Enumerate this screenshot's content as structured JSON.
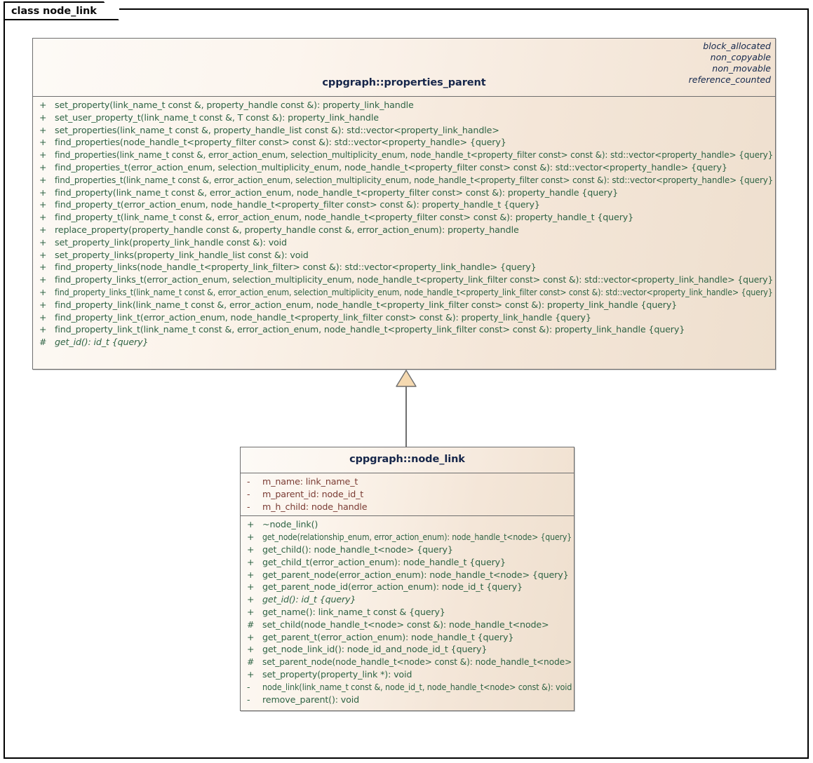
{
  "frame": {
    "tab_label": "class node_link"
  },
  "colors": {
    "box_fill_light": "#fdfaf6",
    "box_fill_dark": "#eedfce",
    "box_border": "#6e6e6e",
    "frame_border": "#000000",
    "title_text": "#16264a",
    "operation_text": "#2e6344",
    "attribute_text": "#7a3b33",
    "stereotype_text": "#14284d",
    "arrow_fill": "#f5d9b0"
  },
  "parent_class": {
    "name": "cppgraph::properties_parent",
    "stereotypes": [
      "block_allocated",
      "non_copyable",
      "non_movable",
      "reference_counted"
    ],
    "attributes": [],
    "operations": [
      {
        "visibility": "+",
        "signature": "set_property(link_name_t const &, property_handle const &): property_link_handle",
        "abstract": false
      },
      {
        "visibility": "+",
        "signature": "set_user_property_t(link_name_t const &, T const &): property_link_handle",
        "abstract": false
      },
      {
        "visibility": "+",
        "signature": "set_properties(link_name_t const &, property_handle_list const &): std::vector<property_link_handle>",
        "abstract": false
      },
      {
        "visibility": "+",
        "signature": "find_properties(node_handle_t<property_filter const> const &): std::vector<property_handle> {query}",
        "abstract": false
      },
      {
        "visibility": "+",
        "signature": "find_properties(link_name_t const &, error_action_enum, selection_multiplicity_enum, node_handle_t<property_filter const> const &): std::vector<property_handle> {query}",
        "abstract": false
      },
      {
        "visibility": "+",
        "signature": "find_properties_t(error_action_enum, selection_multiplicity_enum, node_handle_t<property_filter const> const &): std::vector<property_handle> {query}",
        "abstract": false
      },
      {
        "visibility": "+",
        "signature": "find_properties_t(link_name_t const &, error_action_enum, selection_multiplicity_enum, node_handle_t<property_filter const> const &): std::vector<property_handle> {query}",
        "abstract": false
      },
      {
        "visibility": "+",
        "signature": "find_property(link_name_t const &, error_action_enum, node_handle_t<property_filter const> const &): property_handle {query}",
        "abstract": false
      },
      {
        "visibility": "+",
        "signature": "find_property_t(error_action_enum, node_handle_t<property_filter const> const &): property_handle_t {query}",
        "abstract": false
      },
      {
        "visibility": "+",
        "signature": "find_property_t(link_name_t const &, error_action_enum, node_handle_t<property_filter const> const &): property_handle_t {query}",
        "abstract": false
      },
      {
        "visibility": "+",
        "signature": "replace_property(property_handle const &, property_handle const &, error_action_enum): property_handle",
        "abstract": false
      },
      {
        "visibility": "+",
        "signature": "set_property_link(property_link_handle const &): void",
        "abstract": false
      },
      {
        "visibility": "+",
        "signature": "set_property_links(property_link_handle_list const &): void",
        "abstract": false
      },
      {
        "visibility": "+",
        "signature": "find_property_links(node_handle_t<property_link_filter> const &): std::vector<property_link_handle> {query}",
        "abstract": false
      },
      {
        "visibility": "+",
        "signature": "find_property_links_t(error_action_enum, selection_multiplicity_enum, node_handle_t<property_link_filter const> const &): std::vector<property_link_handle> {query}",
        "abstract": false
      },
      {
        "visibility": "+",
        "signature": "find_property_links_t(link_name_t const &, error_action_enum, selection_multiplicity_enum, node_handle_t<property_link_filter const> const &): std::vector<property_link_handle> {query}",
        "abstract": false
      },
      {
        "visibility": "+",
        "signature": "find_property_link(link_name_t const &, error_action_enum, node_handle_t<property_link_filter const> const &): property_link_handle {query}",
        "abstract": false
      },
      {
        "visibility": "+",
        "signature": "find_property_link_t(error_action_enum, node_handle_t<property_link_filter const> const &): property_link_handle {query}",
        "abstract": false
      },
      {
        "visibility": "+",
        "signature": "find_property_link_t(link_name_t const &, error_action_enum, node_handle_t<property_link_filter const> const &): property_link_handle {query}",
        "abstract": false
      },
      {
        "visibility": "#",
        "signature": "get_id(): id_t {query}",
        "abstract": true
      }
    ]
  },
  "child_class": {
    "name": "cppgraph::node_link",
    "stereotypes": [],
    "attributes": [
      {
        "visibility": "-",
        "signature": "m_name: link_name_t",
        "abstract": false
      },
      {
        "visibility": "-",
        "signature": "m_parent_id: node_id_t",
        "abstract": false
      },
      {
        "visibility": "-",
        "signature": "m_h_child: node_handle",
        "abstract": false
      }
    ],
    "operations": [
      {
        "visibility": "+",
        "signature": "~node_link()",
        "abstract": false
      },
      {
        "visibility": "+",
        "signature": "get_node(relationship_enum, error_action_enum): node_handle_t<node> {query}",
        "abstract": false
      },
      {
        "visibility": "+",
        "signature": "get_child(): node_handle_t<node> {query}",
        "abstract": false
      },
      {
        "visibility": "+",
        "signature": "get_child_t(error_action_enum): node_handle_t {query}",
        "abstract": false
      },
      {
        "visibility": "+",
        "signature": "get_parent_node(error_action_enum): node_handle_t<node> {query}",
        "abstract": false
      },
      {
        "visibility": "+",
        "signature": "get_parent_node_id(error_action_enum): node_id_t {query}",
        "abstract": false
      },
      {
        "visibility": "+",
        "signature": "get_id(): id_t {query}",
        "abstract": true
      },
      {
        "visibility": "+",
        "signature": "get_name(): link_name_t const & {query}",
        "abstract": false
      },
      {
        "visibility": "#",
        "signature": "set_child(node_handle_t<node> const &): node_handle_t<node>",
        "abstract": false
      },
      {
        "visibility": "+",
        "signature": "get_parent_t(error_action_enum): node_handle_t {query}",
        "abstract": false
      },
      {
        "visibility": "+",
        "signature": "get_node_link_id(): node_id_and_node_id_t {query}",
        "abstract": false
      },
      {
        "visibility": "#",
        "signature": "set_parent_node(node_handle_t<node> const &): node_handle_t<node>",
        "abstract": false
      },
      {
        "visibility": "+",
        "signature": "set_property(property_link *): void",
        "abstract": false
      },
      {
        "visibility": "-",
        "signature": "node_link(link_name_t const &, node_id_t, node_handle_t<node> const &): void",
        "abstract": false
      },
      {
        "visibility": "-",
        "signature": "remove_parent(): void",
        "abstract": false
      }
    ]
  },
  "connector": {
    "kind": "generalization",
    "from": "cppgraph::node_link",
    "to": "cppgraph::properties_parent"
  }
}
